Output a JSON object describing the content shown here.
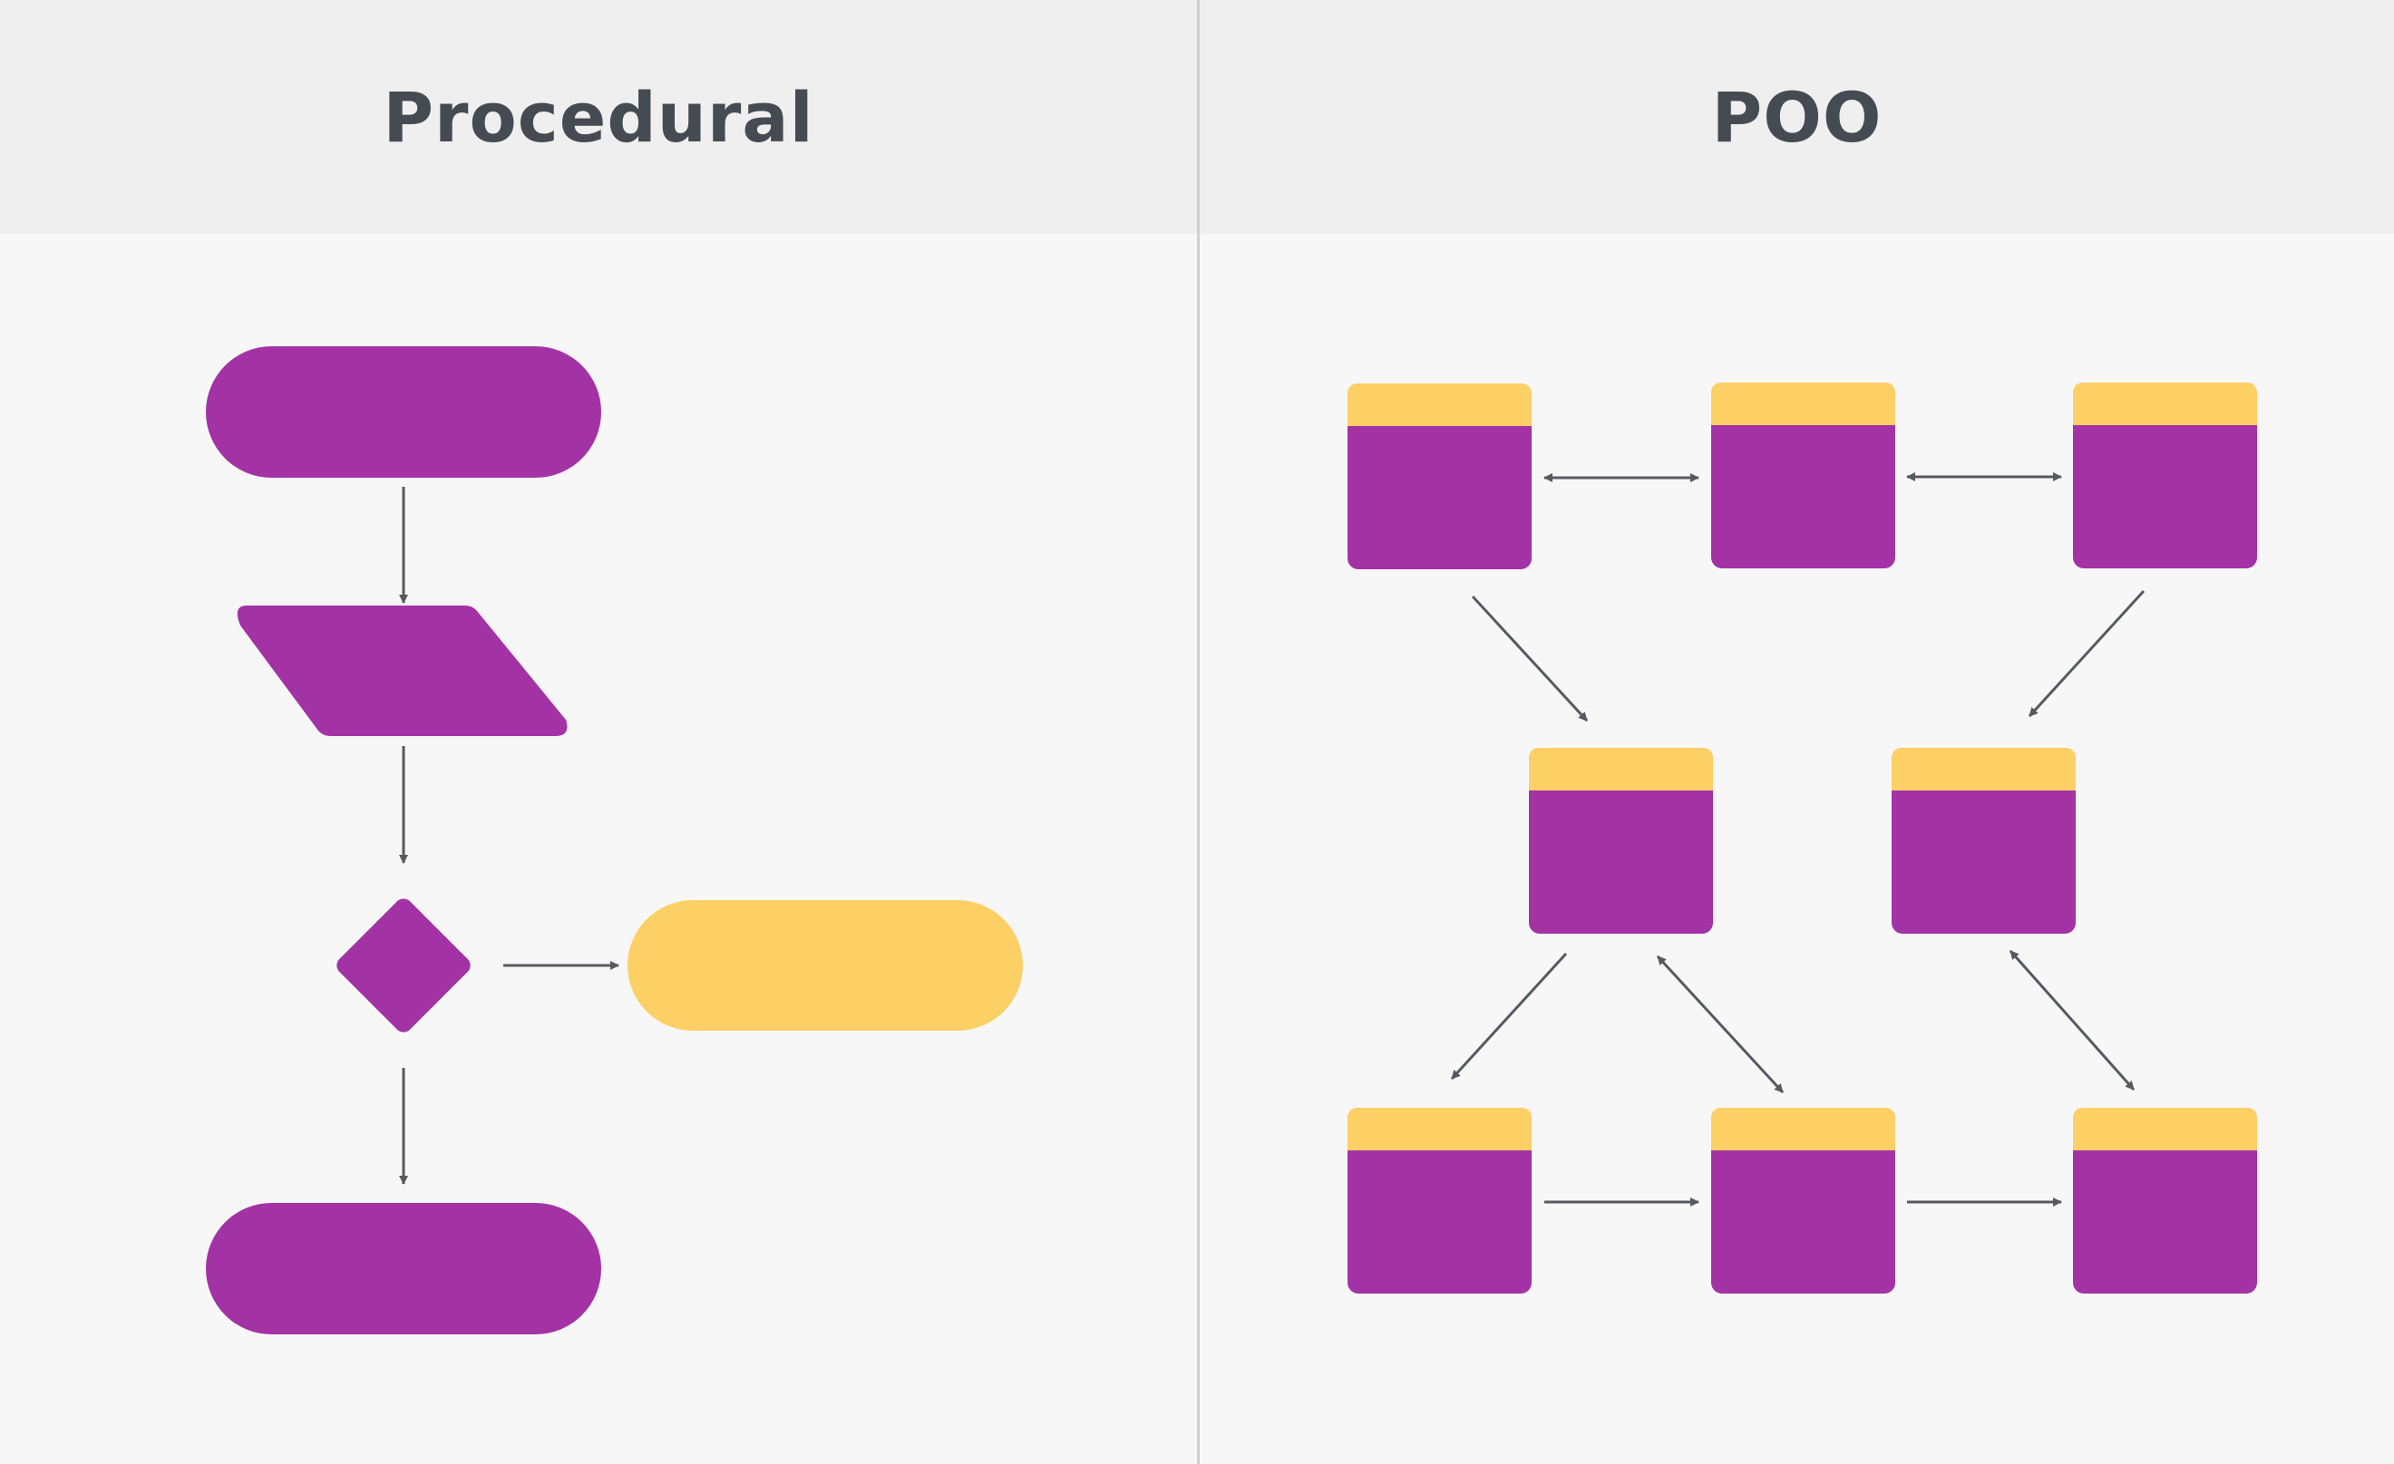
{
  "headers": {
    "left": "Procedural",
    "right": "POO"
  },
  "colors": {
    "purple": "#a333a5",
    "yellow": "#fdd066",
    "arrow": "#555a60",
    "header_bg": "#efefef",
    "title_text": "#454b52"
  },
  "procedural_shapes": [
    {
      "kind": "terminal",
      "color": "purple"
    },
    {
      "kind": "input-output",
      "color": "purple"
    },
    {
      "kind": "decision",
      "color": "purple"
    },
    {
      "kind": "terminal",
      "color": "yellow"
    },
    {
      "kind": "terminal",
      "color": "purple"
    }
  ],
  "oop_objects": 8
}
